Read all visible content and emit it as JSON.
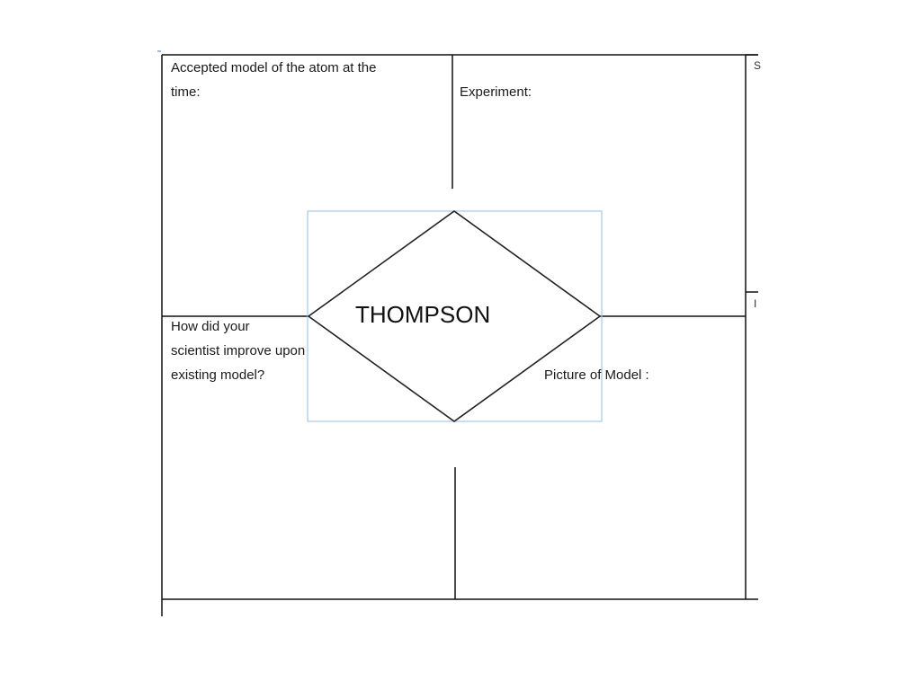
{
  "organizer": {
    "top_left_label_line1": "Accepted model of the atom at the",
    "top_left_label_line2": "time:",
    "top_right_label": "Experiment:",
    "bottom_left_label_line1": "How did your",
    "bottom_left_label_line2": "scientist improve upon",
    "bottom_left_label_line3": "existing model?",
    "bottom_right_label": "Picture of Model :",
    "center_title": "THOMPSON",
    "edge_glyph_top": "S",
    "edge_glyph_mid": "I"
  },
  "colors": {
    "line": "#111111",
    "selection_box": "#a8c6e6",
    "background": "#ffffff"
  }
}
